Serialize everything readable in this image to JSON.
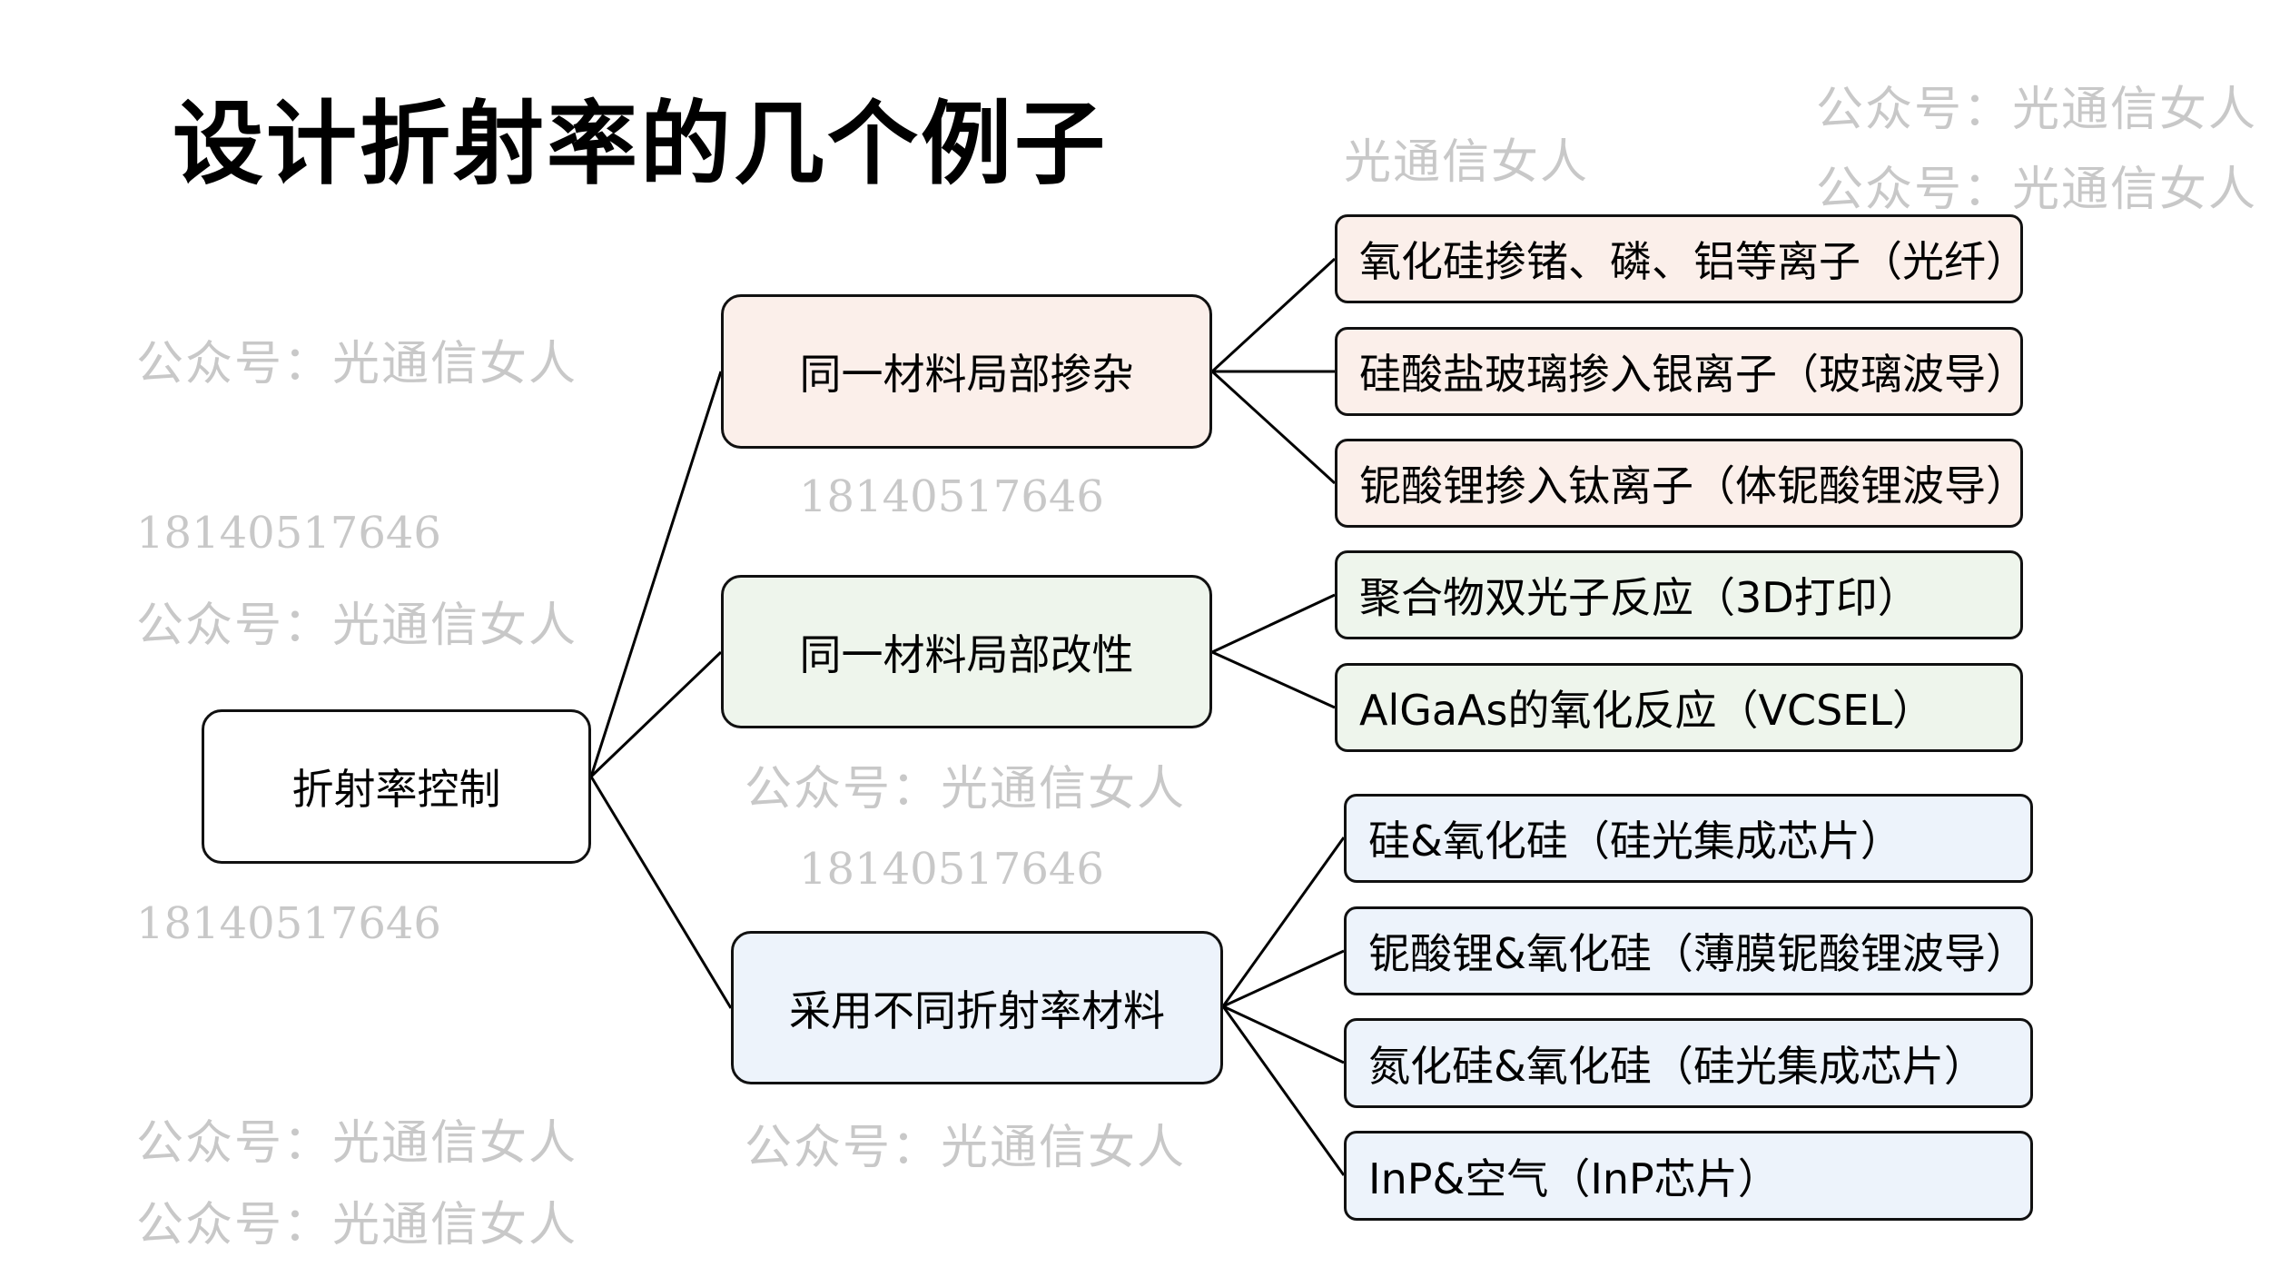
{
  "title": "设计折射率的几个例子",
  "colors": {
    "line": "#000000",
    "doping_fill": "#fbefea",
    "modification_fill": "#eef5ec",
    "materials_fill": "#edf3fb",
    "watermark": "#c8c8c8"
  },
  "tree": {
    "root": "折射率控制",
    "branches": [
      {
        "label": "同一材料局部掺杂",
        "children": [
          "氧化硅掺锗、磷、铝等离子（光纤）",
          "硅酸盐玻璃掺入银离子（玻璃波导）",
          "铌酸锂掺入钛离子（体铌酸锂波导）"
        ]
      },
      {
        "label": "同一材料局部改性",
        "children": [
          "聚合物双光子反应（3D打印）",
          "AlGaAs的氧化反应（VCSEL）"
        ]
      },
      {
        "label": "采用不同折射率材料",
        "children": [
          "硅&氧化硅（硅光集成芯片）",
          "铌酸锂&氧化硅（薄膜铌酸锂波导）",
          "氮化硅&氧化硅（硅光集成芯片）",
          "InP&空气（InP芯片）"
        ]
      }
    ]
  },
  "watermarks": {
    "account": "公众号：光通信女人",
    "account_tail": "光通信女人",
    "phone": "18140517646"
  }
}
